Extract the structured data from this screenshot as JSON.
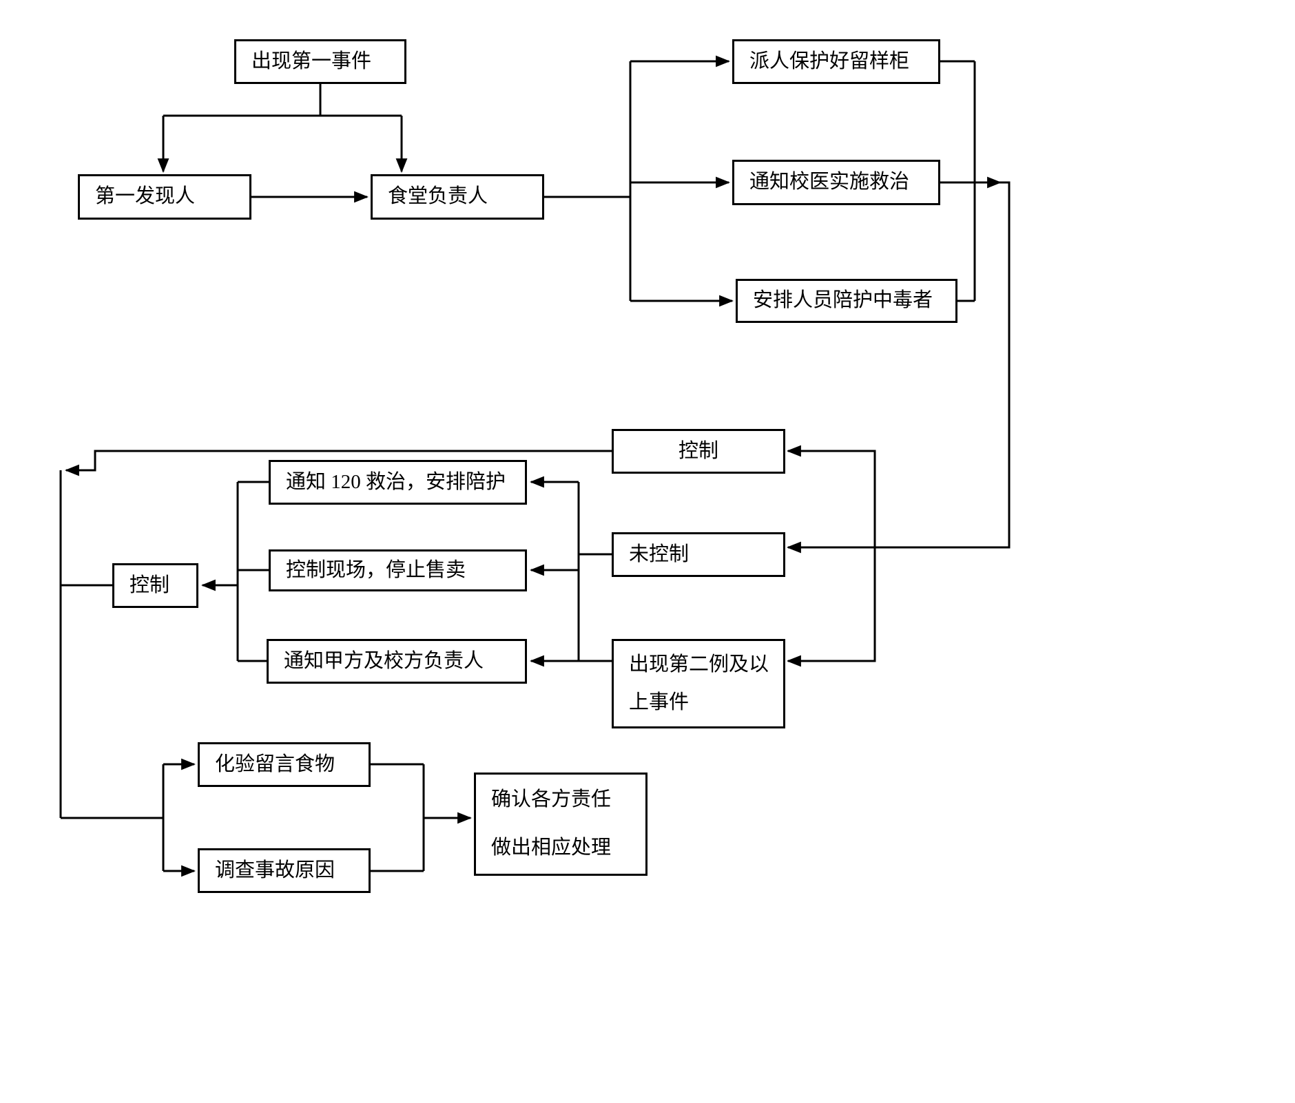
{
  "colors": {
    "background": "#ffffff",
    "line": "#000000",
    "box_border": "#000000",
    "text": "#000000"
  },
  "nodes": {
    "first_incident": {
      "label": "出现第一事件"
    },
    "first_discoverer": {
      "label": "第一发现人"
    },
    "canteen_manager": {
      "label": "食堂负责人"
    },
    "protect_samples": {
      "label": "派人保护好留样柜"
    },
    "notify_doctor": {
      "label": "通知校医实施救治"
    },
    "accompany_victims": {
      "label": "安排人员陪护中毒者"
    },
    "controlled_upper": {
      "label": "控制"
    },
    "not_controlled": {
      "label": "未控制"
    },
    "second_case": {
      "label": "出现第二例及以\n上事件"
    },
    "notify_120": {
      "label": "通知 120 救治，安排陪护"
    },
    "control_scene": {
      "label": "控制现场，停止售卖"
    },
    "notify_party": {
      "label": "通知甲方及校方负责人"
    },
    "controlled_lower": {
      "label": "控制"
    },
    "test_food": {
      "label": "化验留言食物"
    },
    "investigate": {
      "label": "调查事故原因"
    },
    "confirm_handle": {
      "label": "确认各方责任\n做出相应处理"
    }
  }
}
